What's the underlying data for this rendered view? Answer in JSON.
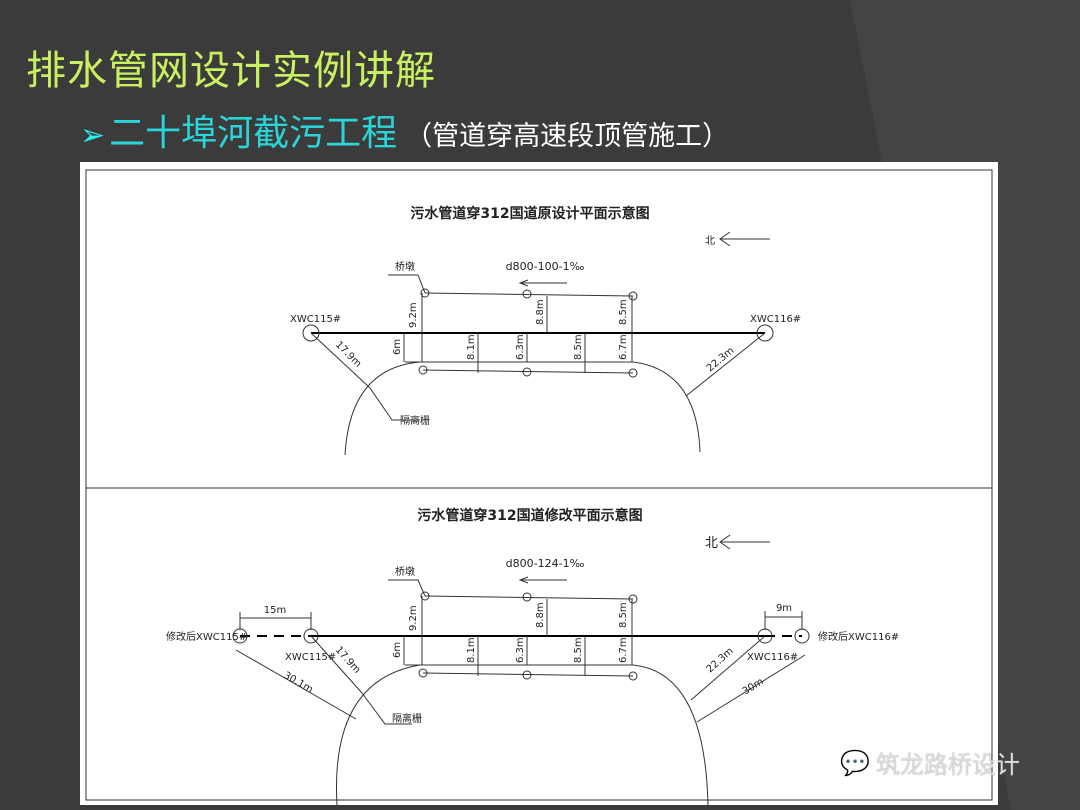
{
  "slide": {
    "title": "排水管网设计实例讲解",
    "subtitle": "二十埠河截污工程",
    "subtitle_note": "（管道穿高速段顶管施工）",
    "bullet_icon": "arrow-bullet-icon"
  },
  "top_diagram": {
    "title": "污水管道穿312国道原设计平面示意图",
    "north": "北",
    "pier": "桥墩",
    "pipe": "d800-100-1‰",
    "fence": "隔离栅",
    "well_left": "XWC115#",
    "well_right": "XWC116#",
    "dims": {
      "d92": "9.2m",
      "d88": "8.8m",
      "d85a": "8.5m",
      "d6": "6m",
      "d81": "8.1m",
      "d63": "6.3m",
      "d85b": "8.5m",
      "d67": "6.7m",
      "d179": "17.9m",
      "d223": "22.3m"
    }
  },
  "bottom_diagram": {
    "title": "污水管道穿312国道修改平面示意图",
    "north": "北",
    "pier": "桥墩",
    "pipe": "d800-124-1‰",
    "fence": "隔离栅",
    "well_left": "XWC115#",
    "well_right": "XWC116#",
    "new_left": "修改后XWC115#",
    "new_right": "修改后XWC116#",
    "dims": {
      "d15": "15m",
      "d9": "9m",
      "d92": "9.2m",
      "d88": "8.8m",
      "d85a": "8.5m",
      "d6": "6m",
      "d81": "8.1m",
      "d63": "6.3m",
      "d85b": "8.5m",
      "d67": "6.7m",
      "d179": "17.9m",
      "d301": "30.1m",
      "d223": "22.3m",
      "d30": "30m"
    }
  },
  "watermark": "筑龙路桥设计"
}
